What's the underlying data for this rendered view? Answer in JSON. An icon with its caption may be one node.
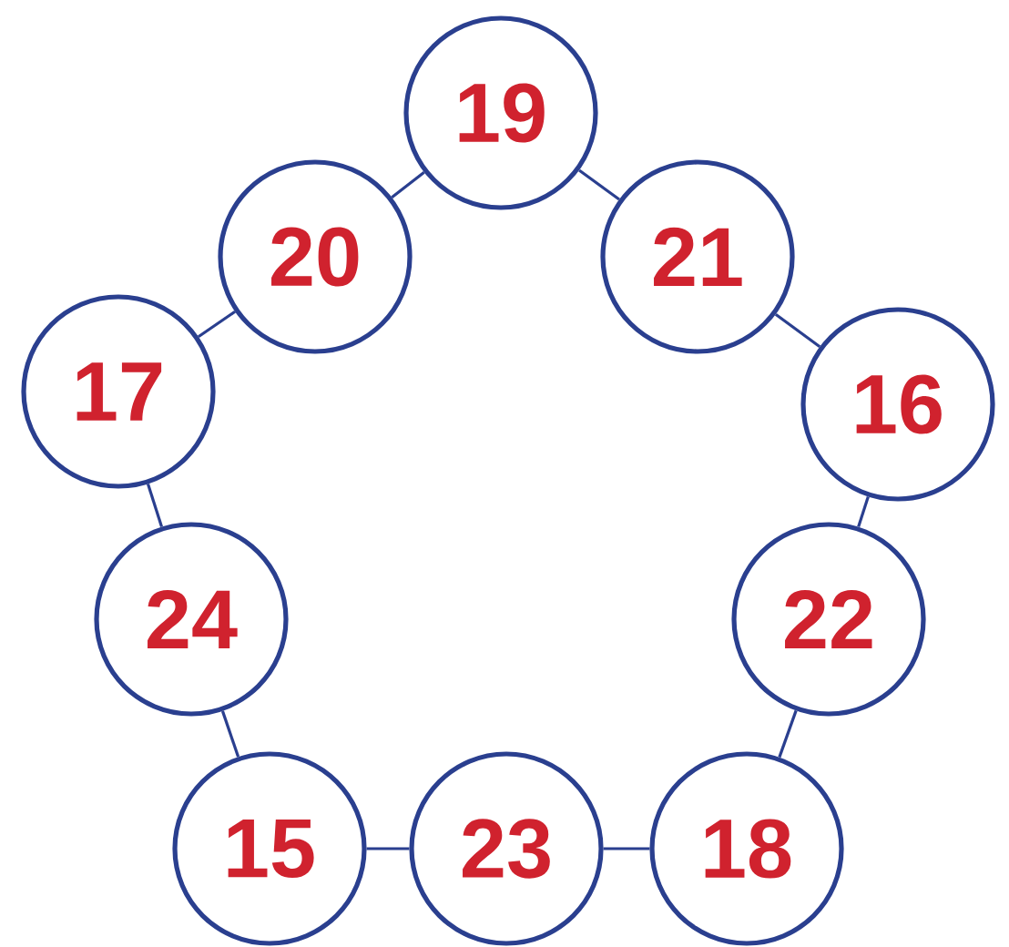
{
  "diagram": {
    "nodes": [
      {
        "text": [
          "19"
        ]
      },
      {
        "text": [
          "20"
        ]
      },
      {
        "text": [
          "21"
        ]
      },
      {
        "text": [
          "17"
        ]
      },
      {
        "text": [
          "16"
        ]
      },
      {
        "text": [
          "24"
        ]
      },
      {
        "text": [
          "22"
        ]
      },
      {
        "text": [
          "15"
        ]
      },
      {
        "text": [
          "23"
        ]
      },
      {
        "text": [
          "18"
        ]
      }
    ],
    "edges": [
      {
        "from": 0,
        "to": 1,
        "arrow": "none"
      },
      {
        "from": 0,
        "to": 2,
        "arrow": "none"
      },
      {
        "from": 1,
        "to": 3,
        "arrow": "none"
      },
      {
        "from": 2,
        "to": 4,
        "arrow": "none"
      },
      {
        "from": 3,
        "to": 5,
        "arrow": "none"
      },
      {
        "from": 4,
        "to": 6,
        "arrow": "none"
      },
      {
        "from": 5,
        "to": 7,
        "arrow": "none"
      },
      {
        "from": 6,
        "to": 9,
        "arrow": "none"
      },
      {
        "from": 7,
        "to": 8,
        "arrow": "none"
      },
      {
        "from": 8,
        "to": 9,
        "arrow": "none"
      }
    ]
  }
}
